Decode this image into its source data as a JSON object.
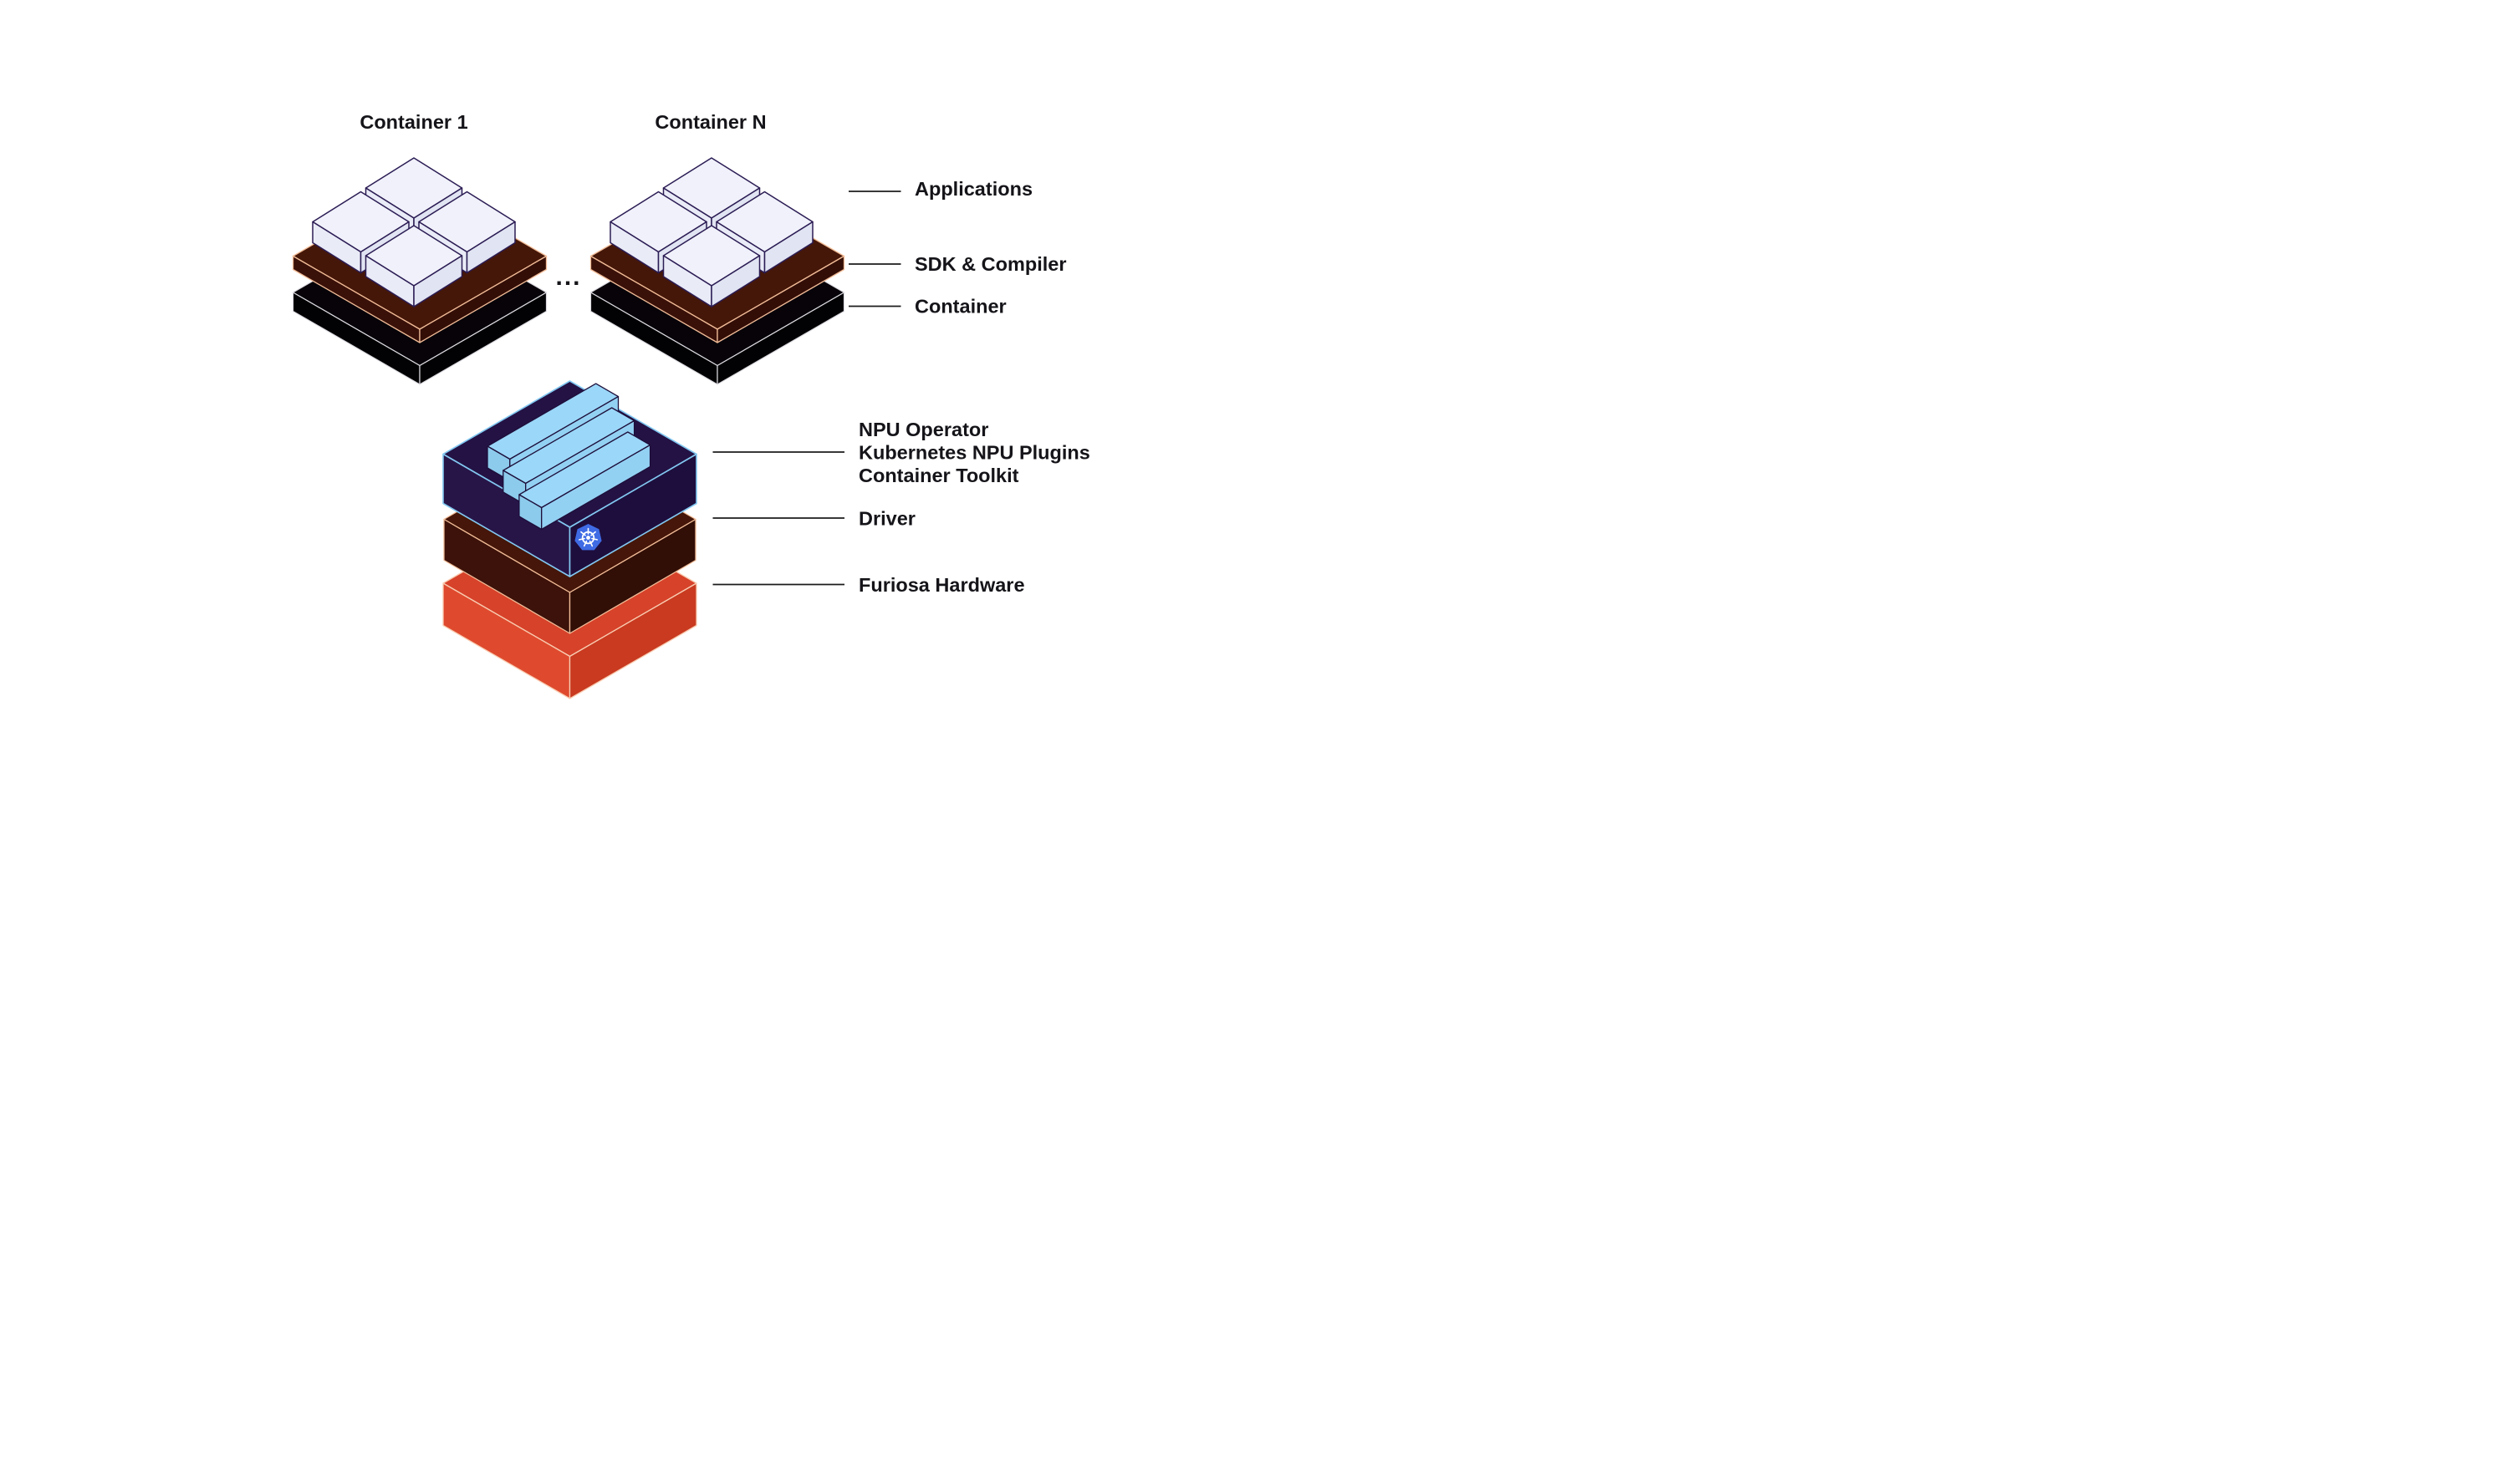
{
  "titles": {
    "container1": "Container 1",
    "containerN": "Container N",
    "dots": "..."
  },
  "legend_right": {
    "applications": "Applications",
    "sdk": "SDK & Compiler",
    "container": "Container"
  },
  "legend_bottom": {
    "npu_line1": "NPU Operator",
    "npu_line2": "Kubernetes NPU Plugins",
    "npu_line3": "Container Toolkit",
    "driver": "Driver",
    "hardware": "Furiosa Hardware"
  },
  "icons": {
    "kubernetes": "kubernetes-helm-wheel"
  },
  "colors": {
    "background": "#ffffff",
    "text": "#141419",
    "line": "#1b1b1b",
    "app_top": "#f0f1fa",
    "app_left": "#e9ebf7",
    "app_right": "#e1e4f2",
    "app_stroke": "#2b1c54",
    "sdk_top": "#451709",
    "sdk_left": "#3a1109",
    "sdk_right": "#330e07",
    "sdk_stroke": "#f2bd98",
    "cont_top": "#070309",
    "cont_side": "#020103",
    "cont_stroke": "#dddbe1",
    "npu_top": "#241244",
    "npu_left": "#281548",
    "npu_right": "#1e0e3d",
    "npu_stroke": "#82c8f1",
    "bar_top": "#9bd7f8",
    "bar_end": "#8ccbec",
    "bar_side": "#93d1f3",
    "bar_stroke": "#1d0f3b",
    "drv_top": "#451609",
    "drv_left": "#3c120a",
    "drv_right": "#310e06",
    "drv_stroke": "#f2bd98",
    "hw_top": "#d7422a",
    "hw_left": "#df4a2e",
    "hw_right": "#c93a20",
    "hw_stroke": "#f9cdb2",
    "k8s_blue": "#3f6be4",
    "k8s_white": "#ffffff"
  }
}
